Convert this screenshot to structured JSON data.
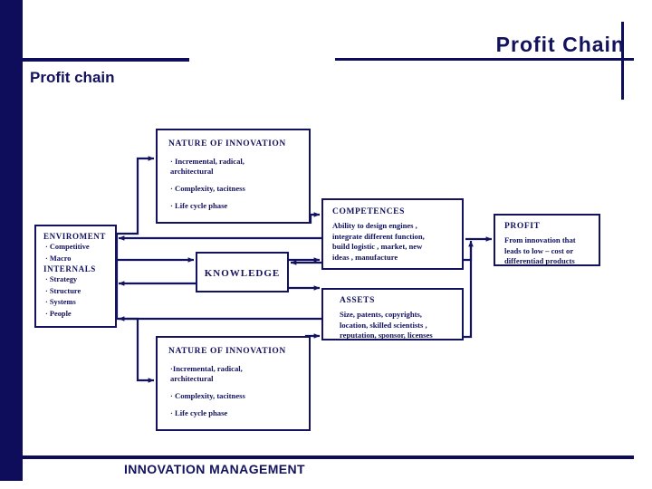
{
  "slide": {
    "header_title": "Profit Chain",
    "subtitle": "Profit chain",
    "footer": "INNOVATION MANAGEMENT",
    "accent_color": "#12125e",
    "bar_color": "#0d0d5c",
    "background": "#ffffff"
  },
  "diagram": {
    "type": "flow-diagram",
    "nodes": [
      {
        "id": "nature-top",
        "title": "NATURE OF INNOVATION",
        "bullets": [
          "· Incremental, radical, architectural",
          "·  Complexity, tacitness",
          "· Life cycle phase"
        ]
      },
      {
        "id": "environment",
        "title": "ENVIROMENT",
        "bullets": [
          "· Competitive",
          "· Macro",
          "INTERNALS",
          "· Strategy",
          "· Structure",
          "· Systems",
          "· People"
        ]
      },
      {
        "id": "knowledge",
        "title": "KNOWLEDGE"
      },
      {
        "id": "competences",
        "title": "COMPETENCES",
        "body": "Ability to design engines, integrate different function, build logistic, market, new ideas, manufacture"
      },
      {
        "id": "assets",
        "title": "ASSETS",
        "body": "Size, patents, copyrights, location, skilled scientists, reputation, sponsor, licenses"
      },
      {
        "id": "profit",
        "title": "PROFIT",
        "body": "From innovation that leads to low – cost or differentiad products"
      },
      {
        "id": "nature-bottom",
        "title": "NATURE OF INNOVATION",
        "bullets": [
          "·Incremental, radical, architectural",
          "·  Complexity, tacitness",
          "· Life cycle phase"
        ]
      }
    ],
    "nature_top_bullets": {
      "b1a": "· Incremental, radical,",
      "b1b": "architectural",
      "b2": "·  Complexity, tacitness",
      "b3": "· Life cycle phase"
    },
    "nature_bottom_bullets": {
      "b1a": "·Incremental, radical,",
      "b1b": "architectural",
      "b2": "·  Complexity, tacitness",
      "b3": "· Life cycle phase"
    },
    "environment_lines": {
      "l1": "· Competitive",
      "l2": "· Macro",
      "l3": "INTERNALS",
      "l4": "· Strategy",
      "l5": "· Structure",
      "l6": "· Systems",
      "l7": "· People"
    },
    "competences_lines": {
      "l1": "Ability to design engines ,",
      "l2": "integrate different function,",
      "l3": "build logistic , market, new",
      "l4": "ideas , manufacture"
    },
    "assets_lines": {
      "l1": "Size, patents, copyrights,",
      "l2": "location, skilled scientists ,",
      "l3": "reputation, sponsor, licenses"
    },
    "profit_lines": {
      "l1": "From innovation that",
      "l2": "leads to low – cost or",
      "l3": "differentiad products"
    }
  }
}
